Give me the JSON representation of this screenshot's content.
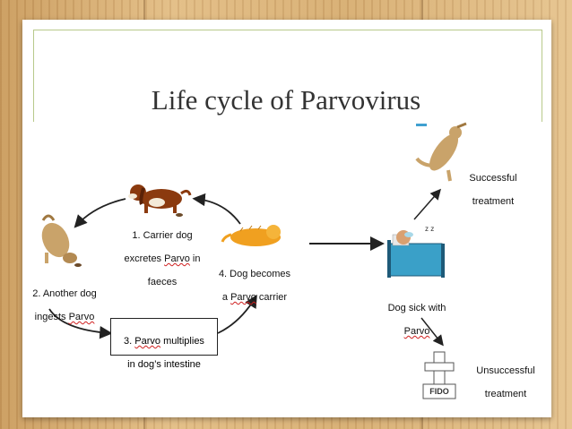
{
  "title": "Life cycle of Parvovirus",
  "stages": {
    "s1": {
      "line1": "1. Carrier dog",
      "line2a": "excretes ",
      "line2b": "Parvo",
      "line2c": " in",
      "line3": "faeces"
    },
    "s2": {
      "line1": "2. Another dog",
      "line2a": "ingests ",
      "line2b": "Parvo"
    },
    "s3": {
      "line1a": "3. ",
      "line1b": "Parvo",
      "line1c": " multiplies",
      "line2": "in dog’s intestine"
    },
    "s4": {
      "line1": "4. Dog becomes",
      "line2a": "a ",
      "line2b": "Parvo",
      "line2c": " carrier"
    }
  },
  "sick": {
    "line1": "Dog sick with",
    "line2": "Parvo"
  },
  "outcomes": {
    "success": {
      "line1": "Successful",
      "line2": "treatment"
    },
    "fail": {
      "line1": "Unsuccessful",
      "line2": "treatment"
    }
  },
  "grave_label": "FIDO",
  "colors": {
    "wood": "#d9b37a",
    "frame": "#b8c98a",
    "dog_brown": "#8b3a0f",
    "dog_tan": "#c9a36a",
    "dog_orange": "#f0a020",
    "bed_blue": "#3aa0c8",
    "squiggle": "#d02020"
  }
}
